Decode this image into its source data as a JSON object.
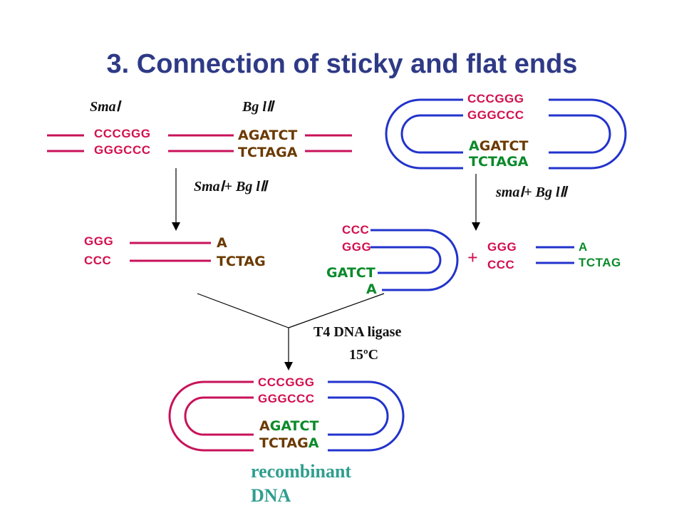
{
  "title": "3. Connection of sticky and flat ends",
  "colors": {
    "title": "#2e3a86",
    "pink_strand": "#c8125a",
    "blue_strand": "#2233cc",
    "sma_seq": "#d2104f",
    "bgl_seq_green": "#0b8a2a",
    "bgl_seq_brown": "#6b3a00",
    "result_text": "#2f9e8f"
  },
  "left_fragment": {
    "enzyme_a": "SmaⅠ",
    "enzyme_b": "Bg lⅡ",
    "top_sma": "CCCGGG",
    "bottom_sma": "GGGCCC",
    "top_bgl": "AGATCT",
    "bottom_bgl": "TCTAGA",
    "digest_label": "SmaⅠ+ Bg lⅡ",
    "product_top_left": "GGG",
    "product_bottom_left": "CCC",
    "product_top_right": "A",
    "product_bottom_right": "TCTAG"
  },
  "plasmid": {
    "top_sma": "CCCGGG",
    "bottom_sma": "GGGCCC",
    "bgl_top_first": "A",
    "bgl_top_rest": "GATCT",
    "bgl_bottom": "TCTAGA",
    "digest_label": "smaⅠ+ Bg lⅡ",
    "cut_top": "CCC",
    "cut_bottom": "GGG",
    "cut_bgl_top": "GATCT",
    "cut_bgl_bottom": "A",
    "plus": "+",
    "small_top_left": "GGG",
    "small_bottom_left": "CCC",
    "small_top_right": "A",
    "small_bottom_right": "TCTAG"
  },
  "ligation": {
    "enzyme": "T4 DNA ligase",
    "temperature": "15ºC"
  },
  "recombinant": {
    "top_sma": "CCCGGG",
    "bottom_sma": "GGGCCC",
    "bgl_top_first": "A",
    "bgl_top_rest": "GATCT",
    "bgl_bottom_rest": "TCTAG",
    "bgl_bottom_last": "A",
    "label_line1": "recombinant",
    "label_line2": "DNA"
  }
}
